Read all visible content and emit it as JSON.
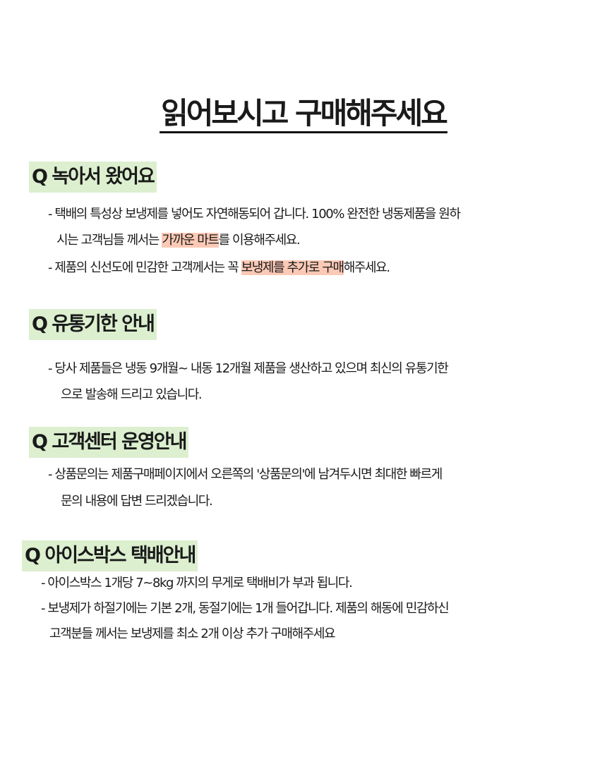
{
  "title": "읽어보시고 구매해주세요",
  "sections": [
    {
      "heading": "Q 녹아서 왔어요",
      "lines": [
        {
          "text": "- 택배의 특성상 보냉제를 넣어도 자연해동되어 갑니다. 100% 완전한 냉동제품을 원하"
        },
        {
          "pre": "시는 고객님들 께서는 ",
          "highlight": "가까운 마트",
          "post": "를 이용해주세요."
        },
        {
          "pre": "- 제품의 신선도에 민감한 고객께서는 꼭 ",
          "highlight": "보냉제를 추가로 구매",
          "post": "해주세요."
        }
      ]
    },
    {
      "heading": "Q 유통기한 안내",
      "lines": [
        {
          "text": "- 당사 제품들은 냉동 9개월~ 내동 12개월 제품을 생산하고 있으며 최신의 유통기한"
        },
        {
          "text": "으로 발송해 드리고 있습니다."
        }
      ]
    },
    {
      "heading": "Q 고객센터 운영안내",
      "lines": [
        {
          "text": "- 상품문의는 제품구매페이지에서 오른쪽의 '상품문의'에 남겨두시면 최대한 빠르게"
        },
        {
          "text": "문의 내용에 답변 드리겠습니다."
        }
      ]
    },
    {
      "heading": "Q 아이스박스 택배안내",
      "lines": [
        {
          "text": "- 아이스박스 1개당 7~8kg 까지의 무게로 택배비가 부과 됩니다."
        },
        {
          "text": "- 보냉제가 하절기에는 기본 2개, 동절기에는 1개 들어갑니다. 제품의 해동에 민감하신"
        },
        {
          "text": "고객분들 께서는 보냉제를 최소 2개 이상 추가 구매해주세요"
        }
      ]
    }
  ]
}
